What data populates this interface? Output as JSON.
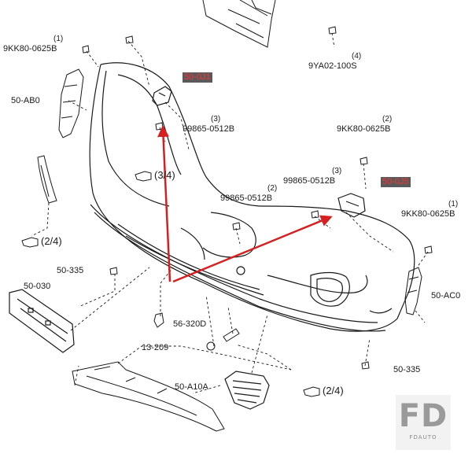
{
  "labels": {
    "p1_code": "9KK80-0625B",
    "p1_qty": "(1)",
    "p2_code": "9YA02-100S",
    "p2_qty": "(4)",
    "p3_code": "50-0J1",
    "p4_code": "50-AB0",
    "p5_code": "99865-0512B",
    "p5_qty": "(3)",
    "p6_code": "9KK80-0625B",
    "p6_qty": "(2)",
    "p7_code": "99865-0512B",
    "p7_qty": "(3)",
    "p8_code": "50-0J5",
    "p9_code": "99865-0512B",
    "p9_qty": "(2)",
    "p10_code": "9KK80-0625B",
    "p10_qty": "(1)",
    "p11_code": "50-335",
    "p12_code": "50-030",
    "p13_code": "56-320D",
    "p14_code": "13-209",
    "p15_code": "50-A10A",
    "p16_code": "50-335",
    "p17_code": "50-AC0",
    "note1": "(3/4)",
    "note2": "(2/4)",
    "note3": "(2/4)"
  },
  "watermark": {
    "logo": "FD",
    "text": "FDAUTO"
  },
  "colors": {
    "line": "#1a1a1a",
    "arrow": "#d42020",
    "highlight_bg": "#5a5a5a",
    "highlight_text": "#ff3030"
  }
}
